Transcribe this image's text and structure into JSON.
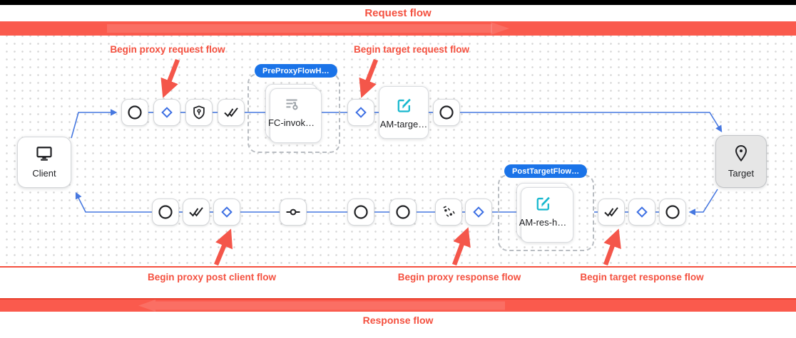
{
  "banners": {
    "request": "Request flow",
    "response": "Response flow"
  },
  "annotations": {
    "proxy_request": "Begin proxy request flow",
    "target_request": "Begin target request flow",
    "proxy_post_client": "Begin proxy post client flow",
    "proxy_response": "Begin proxy response flow",
    "target_response": "Begin target response flow"
  },
  "badges": {
    "pre_proxy": "PreProxyFlowH…",
    "post_target": "PostTargetFlow…"
  },
  "nodes": {
    "client": "Client",
    "target": "Target",
    "flow_callout": "FC-invok…",
    "assign_message_target": "AM-targe…",
    "assign_message_response": "AM-res-h…"
  },
  "flow_steps": {
    "request": [
      "circle",
      "diamond",
      "shield",
      "double-check",
      "diamond",
      "circle"
    ],
    "response": [
      "circle",
      "double-check",
      "diamond",
      "commit",
      "circle",
      "circle",
      "signal",
      "diamond",
      "double-check",
      "diamond",
      "circle"
    ]
  },
  "colors": {
    "annotation_red": "#F4503F",
    "banner_red": "#FA5A4D",
    "badge_blue": "#1A73E8",
    "connector_blue": "#4778E0",
    "diamond_blue": "#3D6FE3",
    "edit_teal": "#18B8CE"
  }
}
